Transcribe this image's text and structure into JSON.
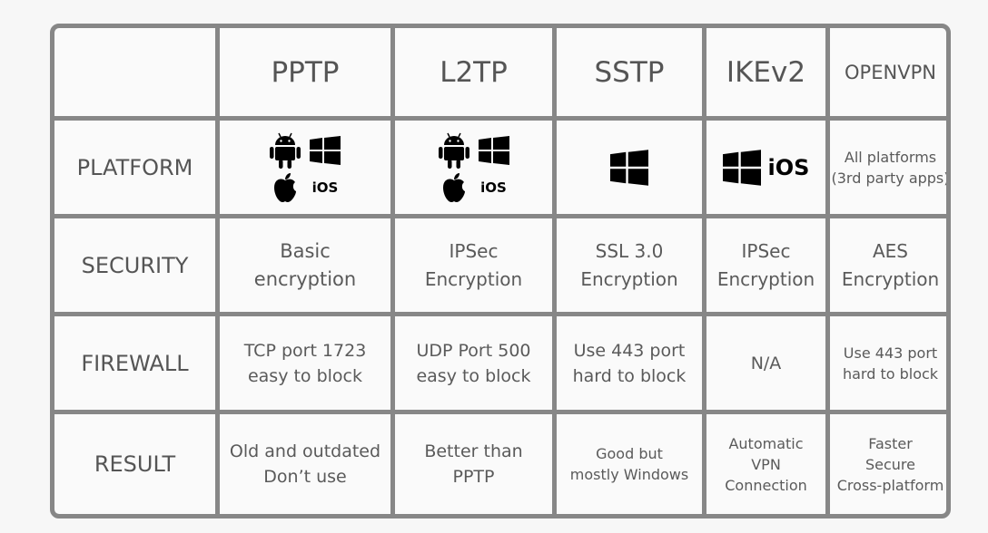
{
  "columns": [
    "PPTP",
    "L2TP",
    "SSTP",
    "IKEv2",
    "OPENVPN"
  ],
  "rows": [
    {
      "label": "PLATFORM",
      "cells": [
        {
          "icons": [
            "android-icon",
            "windows-icon",
            "apple-icon"
          ],
          "text": "iOS"
        },
        {
          "icons": [
            "android-icon",
            "windows-icon",
            "apple-icon"
          ],
          "text": "iOS"
        },
        {
          "icons": [
            "windows-icon"
          ],
          "text": ""
        },
        {
          "icons": [
            "windows-icon"
          ],
          "text": "iOS"
        },
        {
          "icons": [],
          "lines": [
            "All platforms",
            "(3rd party apps)"
          ]
        }
      ]
    },
    {
      "label": "SECURITY",
      "cells": [
        {
          "lines": [
            "Basic",
            "encryption"
          ]
        },
        {
          "lines": [
            "IPSec",
            "Encryption"
          ]
        },
        {
          "lines": [
            "SSL 3.0",
            "Encryption"
          ]
        },
        {
          "lines": [
            "IPSec",
            "Encryption"
          ]
        },
        {
          "lines": [
            "AES",
            "Encryption"
          ]
        }
      ]
    },
    {
      "label": "FIREWALL",
      "cells": [
        {
          "lines": [
            "TCP port 1723",
            "easy to block"
          ]
        },
        {
          "lines": [
            "UDP Port 500",
            "easy to block"
          ]
        },
        {
          "lines": [
            "Use 443 port",
            "hard to block"
          ]
        },
        {
          "lines": [
            "N/A"
          ]
        },
        {
          "lines": [
            "Use 443 port",
            "hard to block"
          ]
        }
      ]
    },
    {
      "label": "RESULT",
      "cells": [
        {
          "lines": [
            "Old and outdated",
            "Don’t use"
          ]
        },
        {
          "lines": [
            "Better than",
            "PPTP"
          ]
        },
        {
          "lines": [
            "Good but",
            "mostly Windows"
          ]
        },
        {
          "lines": [
            "Automatic",
            "VPN",
            "Connection"
          ]
        },
        {
          "lines": [
            "Faster",
            "Secure",
            "Cross-platform"
          ]
        }
      ]
    }
  ],
  "colors": {
    "border": "#878787",
    "background": "#fafafa",
    "text": "#555555"
  }
}
